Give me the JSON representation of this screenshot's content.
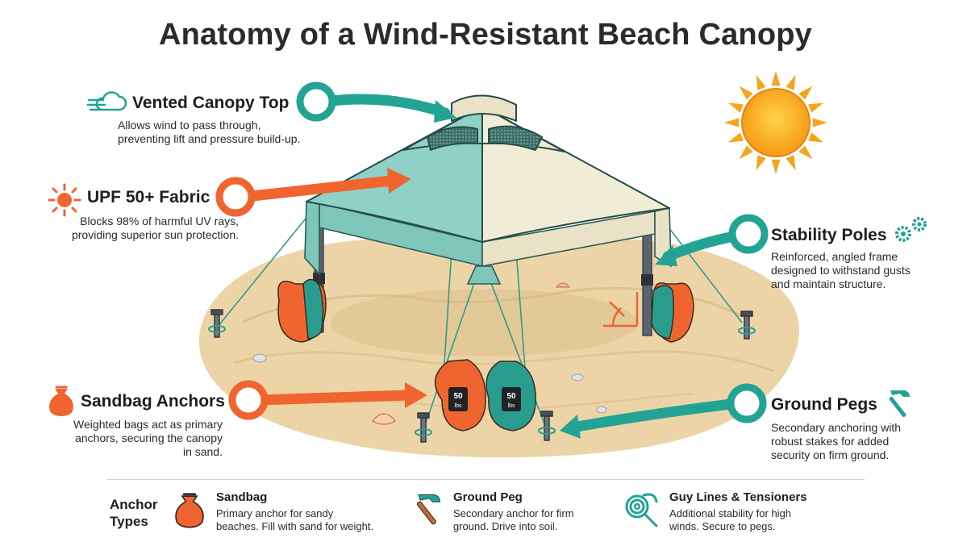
{
  "title": "Anatomy of a Wind-Resistant Beach Canopy",
  "colors": {
    "teal": "#23a394",
    "orange": "#f0652f",
    "sand": "#ecd3a6",
    "canopy_light": "#f1ecd6",
    "canopy_teal": "#8fd1c6",
    "sun": "#f6a41c"
  },
  "callouts": {
    "vented": {
      "title": "Vented Canopy Top",
      "desc": [
        "Allows wind to pass through,",
        "preventing lift and pressure build-up."
      ],
      "icon": "wind-cloud-icon"
    },
    "upf": {
      "title": "UPF 50+ Fabric",
      "desc": [
        "Blocks 98% of harmful UV rays,",
        "providing superior sun protection."
      ],
      "icon": "sun-icon"
    },
    "poles": {
      "title": "Stability Poles",
      "desc": [
        "Reinforced, angled frame",
        "designed to withstand gusts",
        "and maintain structure."
      ],
      "icon": "gears-icon"
    },
    "sandbag": {
      "title": "Sandbag Anchors",
      "desc": [
        "Weighted bags act as primary",
        "anchors, securing the canopy",
        "in sand."
      ],
      "icon": "sandbag-icon"
    },
    "pegs": {
      "title": "Ground Pegs",
      "desc": [
        "Secondary anchoring with",
        "robust stakes for added",
        "security on firm ground."
      ],
      "icon": "hammer-icon"
    }
  },
  "bag_label": {
    "weight": "50",
    "unit": "lbs"
  },
  "legend": {
    "label": [
      "Anchor",
      "Types"
    ],
    "items": [
      {
        "title": "Sandbag",
        "desc": [
          "Primary anchor for sandy",
          "beaches. Fill with sand for weight."
        ],
        "icon": "sandbag-icon"
      },
      {
        "title": "Ground Peg",
        "desc": [
          "Secondary anchor for firm",
          "ground. Drive into soil."
        ],
        "icon": "hammer-icon"
      },
      {
        "title": "Guy Lines & Tensioners",
        "desc": [
          "Additional stability for high",
          "winds. Secure to pegs."
        ],
        "icon": "rope-icon"
      }
    ]
  }
}
